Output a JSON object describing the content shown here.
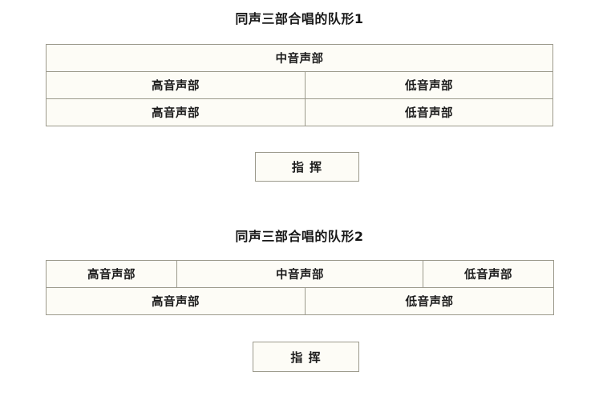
{
  "page": {
    "background_color": "#ffffff",
    "border_color": "#9c9a8c",
    "cell_background": "#fdfcf6",
    "text_color": "#1c1c1c"
  },
  "sections": [
    {
      "title": "同声三部合唱的队形1",
      "conductor_label": "指  挥",
      "table": {
        "rows": [
          {
            "cells": [
              {
                "text": "中音声部",
                "colspan": 2
              }
            ]
          },
          {
            "cells": [
              {
                "text": "高音声部",
                "colspan": 1
              },
              {
                "text": "低音声部",
                "colspan": 1
              }
            ]
          },
          {
            "cells": [
              {
                "text": "高音声部",
                "colspan": 1
              },
              {
                "text": "低音声部",
                "colspan": 1
              }
            ]
          }
        ]
      }
    },
    {
      "title": "同声三部合唱的队形2",
      "conductor_label": "指  挥",
      "table": {
        "rows": [
          {
            "cells": [
              {
                "text": "高音声部",
                "colspan": 1
              },
              {
                "text": "中音声部",
                "colspan": 1
              },
              {
                "text": "低音声部",
                "colspan": 1
              }
            ]
          },
          {
            "cells": [
              {
                "text": "高音声部",
                "colspan": 1
              },
              {
                "text": "低音声部",
                "colspan": 1
              }
            ]
          }
        ]
      }
    }
  ],
  "table1": {
    "row1_cell1": "中音声部",
    "row2_cell1": "高音声部",
    "row2_cell2": "低音声部",
    "row3_cell1": "高音声部",
    "row3_cell2": "低音声部"
  },
  "table2": {
    "row1_cell1": "高音声部",
    "row1_cell2": "中音声部",
    "row1_cell3": "低音声部",
    "row2_cell1": "高音声部",
    "row2_cell2": "低音声部"
  },
  "titles": {
    "first": "同声三部合唱的队形1",
    "second": "同声三部合唱的队形2"
  },
  "conductors": {
    "first": "指  挥",
    "second": "指  挥"
  }
}
